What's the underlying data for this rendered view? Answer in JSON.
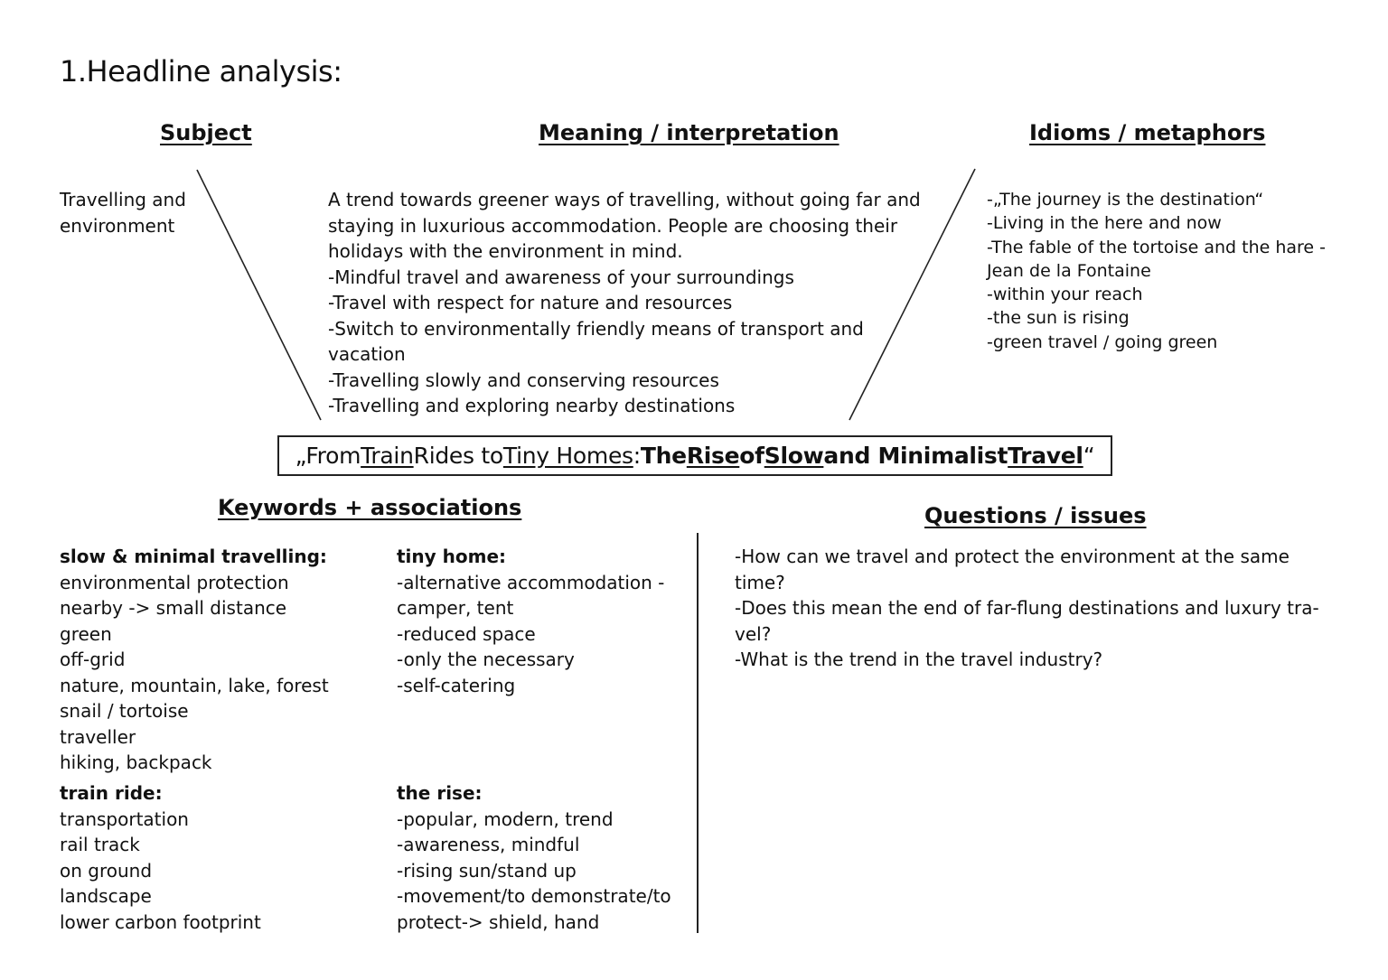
{
  "title": "1.Headline analysis:",
  "headings": {
    "subject": "Subject",
    "meaning": "Meaning / interpretation",
    "idioms": "Idioms / metaphors",
    "keywords": "Keywords + associations",
    "questions": "Questions / issues"
  },
  "subject": {
    "lines": [
      "Travelling and",
      "environment"
    ]
  },
  "meaning": {
    "lines": [
      "A trend towards greener ways of travelling, without going far and",
      "staying in luxurious accommodation. People are choosing their",
      "holidays with the environment in mind.",
      "-Mindful travel and awareness of your surroundings",
      "-Travel with respect for nature and resources",
      "-Switch to environmentally friendly means of transport and",
      "vacation",
      "-Travelling slowly and conserving resources",
      "-Travelling and exploring nearby destinations"
    ]
  },
  "idioms": {
    "lines": [
      "-„The journey is the destination“",
      "-Living in the here and now",
      "-The fable of the tortoise and the hare -",
      "Jean de la Fontaine",
      "-within your reach",
      "-the sun is rising",
      "-green travel / going green"
    ]
  },
  "headline": {
    "parts": [
      "„From ",
      "Train",
      " Rides to ",
      "Tiny Homes",
      ": ",
      "The ",
      "Rise",
      " of ",
      "Slow",
      " and Minimalist ",
      "Travel",
      "“"
    ]
  },
  "keywords": {
    "slow": {
      "heading": "slow & minimal travelling:",
      "items": [
        "environmental protection",
        "nearby -> small distance",
        "green",
        "off-grid",
        "nature, mountain, lake, forest",
        "snail / tortoise",
        "traveller",
        "hiking, backpack"
      ]
    },
    "tiny": {
      "heading": "tiny home:",
      "items": [
        "-alternative accommodation -",
        "camper, tent",
        "-reduced space",
        "-only the necessary",
        "-self-catering"
      ]
    },
    "train": {
      "heading": "train ride:",
      "items": [
        "transportation",
        "rail track",
        "on ground",
        "landscape",
        "lower carbon footprint"
      ]
    },
    "rise": {
      "heading": "the rise:",
      "items": [
        "-popular, modern, trend",
        "-awareness, mindful",
        "-rising sun/stand up",
        "-movement/to demonstrate/to",
        "protect-> shield, hand"
      ]
    }
  },
  "questions": {
    "lines": [
      "-How can we travel and protect the environment at the same",
      "time?",
      "-Does this mean the end of far-flung destinations and luxury tra-",
      "vel?",
      "-What is the trend in the travel industry?"
    ]
  }
}
